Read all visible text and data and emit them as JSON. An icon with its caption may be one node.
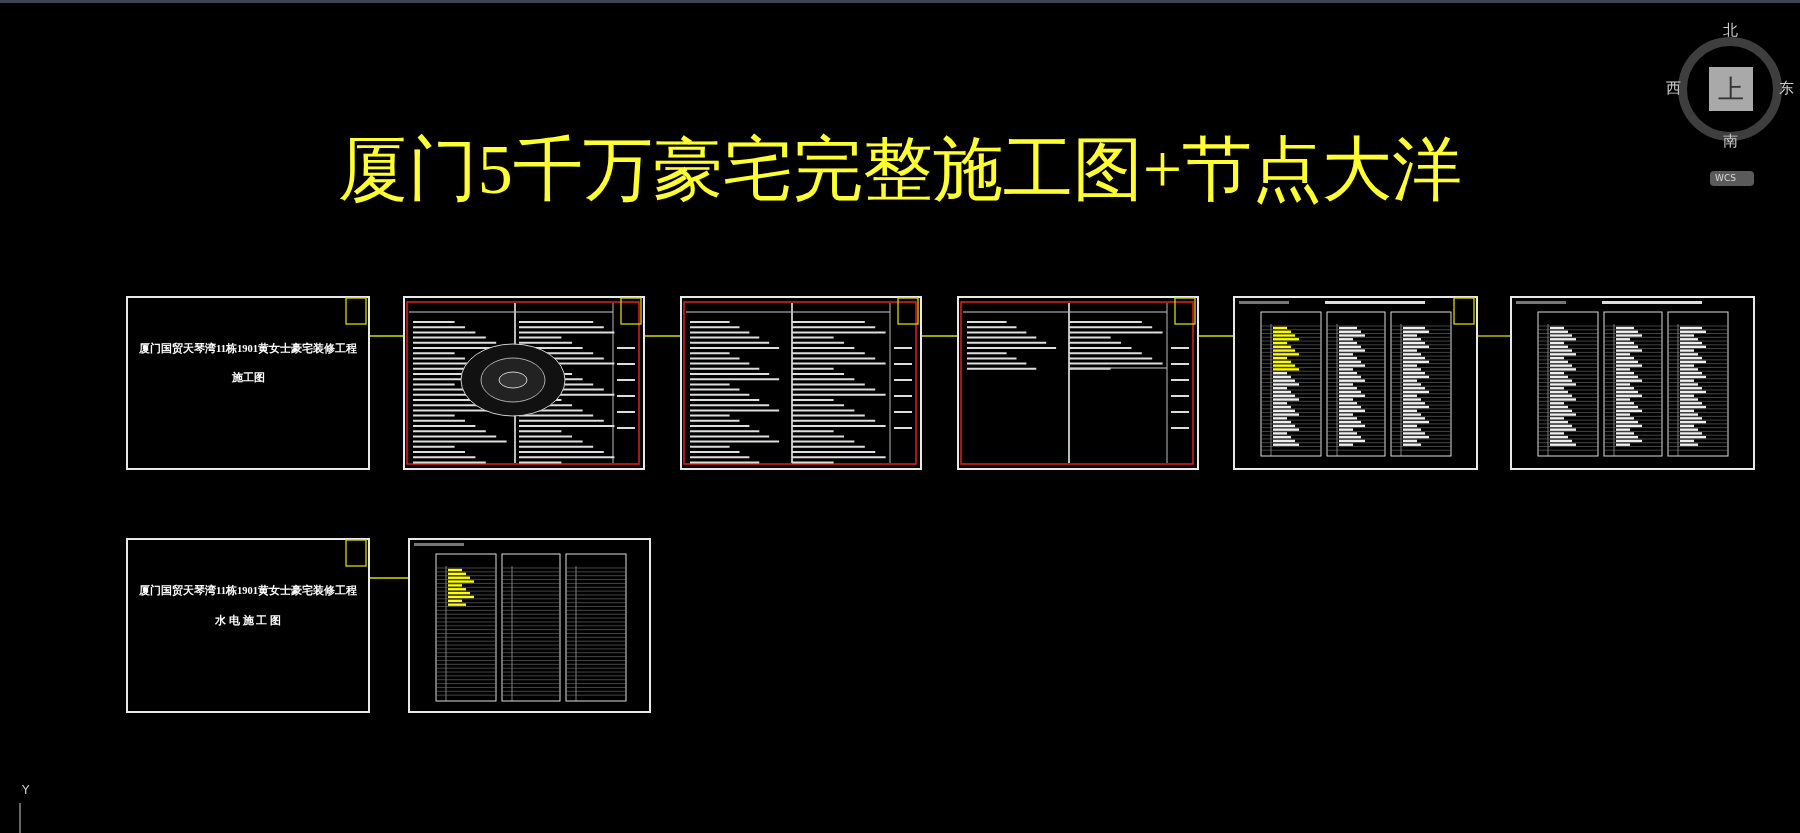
{
  "diagram": {
    "title": "厦门5千万豪宅完整施工图+节点大洋",
    "nodes": [
      {
        "text": [
          "厦门国贸天琴湾11栋1901黄女士豪宅装修工程",
          "施工图"
        ]
      },
      {
        "text": [],
        "shape": "picture"
      },
      {
        "text": [],
        "shape": "picture"
      },
      {
        "text": [],
        "shape": "picture"
      },
      {
        "text": [],
        "shape": "picture"
      },
      {
        "text": [],
        "shape": "picture"
      },
      {
        "text": [
          "厦门国贸天琴湾11栋1901黄女士豪宅装修工程",
          "水 电 施 工 图"
        ]
      },
      {
        "text": [],
        "shape": "picture"
      }
    ],
    "edges": [
      {
        "from": 0,
        "to": 1,
        "arrow": "none"
      },
      {
        "from": 1,
        "to": 2,
        "arrow": "none"
      },
      {
        "from": 2,
        "to": 3,
        "arrow": "none"
      },
      {
        "from": 3,
        "to": 4,
        "arrow": "none"
      },
      {
        "from": 4,
        "to": 5,
        "arrow": "none"
      },
      {
        "from": 6,
        "to": 7,
        "arrow": "none"
      }
    ],
    "labels": [
      "北",
      "西",
      "东",
      "南",
      "上",
      "WCS",
      "Y"
    ]
  }
}
